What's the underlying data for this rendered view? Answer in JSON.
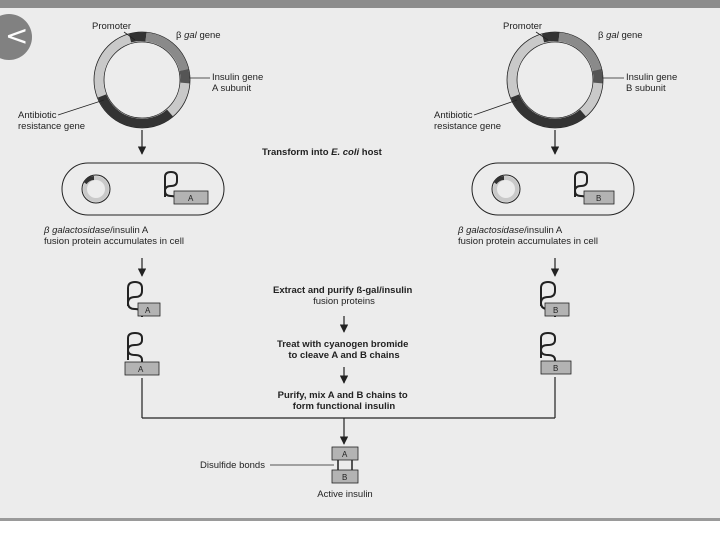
{
  "nav": {
    "back_glyph": "<",
    "back_icon": "chevron-left-icon"
  },
  "left": {
    "promoter": "Promoter",
    "bgal_gene_prefix": "β",
    "bgal_gene_italic": "gal",
    "bgal_gene_suffix": "gene",
    "insulin_gene_line1": "Insulin gene",
    "insulin_gene_line2": "A subunit",
    "antibiotic_line1": "Antibiotic",
    "antibiotic_line2": "resistance gene",
    "cell_box_letter": "A",
    "fusion_line1_italic": "β galactosidase",
    "fusion_line1_rest": "/insulin A",
    "fusion_line2": "fusion protein accumulates in cell",
    "protein_letter": "A",
    "chain_letter": "A"
  },
  "right": {
    "promoter": "Promoter",
    "bgal_gene_prefix": "β",
    "bgal_gene_italic": "gal",
    "bgal_gene_suffix": "gene",
    "insulin_gene_line1": "Insulin gene",
    "insulin_gene_line2": "B subunit",
    "antibiotic_line1": "Antibiotic",
    "antibiotic_line2": "resistance gene",
    "cell_box_letter": "B",
    "fusion_line1_italic": "β galactosidase",
    "fusion_line1_rest": "/insulin A",
    "fusion_line2": "fusion protein accumulates in cell",
    "protein_letter": "B",
    "chain_letter": "B"
  },
  "center": {
    "transform_prefix": "Transform into",
    "transform_italic": "E. coli",
    "transform_suffix": "host",
    "step1_line1": "Extract and purify ß-gal/insulin",
    "step1_line2": "fusion proteins",
    "step2_line1": "Treat with cyanogen bromide",
    "step2_line2": "to cleave A and B chains",
    "step3_line1": "Purify, mix A and B chains to",
    "step3_line2": "form functional insulin",
    "disulfide": "Disulfide bonds",
    "active_box_a": "A",
    "active_box_b": "B",
    "active_label": "Active insulin"
  },
  "colors": {
    "background": "#ececec",
    "box_fill": "#b3b3b3",
    "plasmid_light": "#c9c9c9",
    "plasmid_dark": "#333333",
    "line": "#222222"
  }
}
